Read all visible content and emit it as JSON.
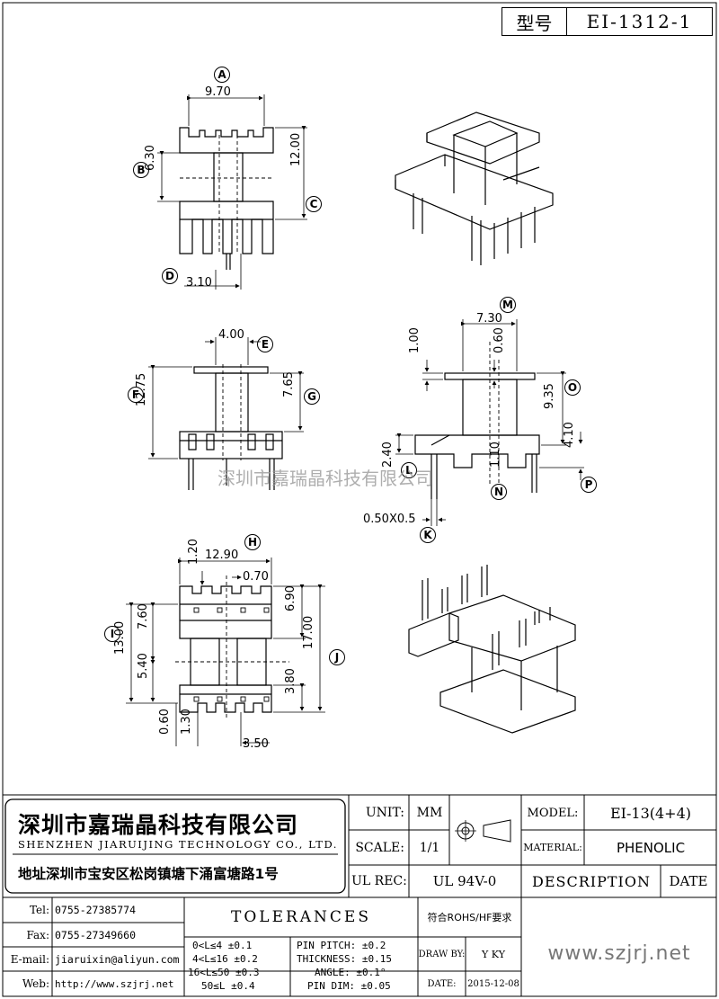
{
  "header": {
    "type_label": "型号",
    "type_value": "EI-1312-1"
  },
  "watermark": "深圳市嘉瑞晶科技有限公司",
  "dims": {
    "A": "A",
    "A_val": "9.70",
    "B": "B",
    "B_val": "6.30",
    "C": "C",
    "C_val": "12.00",
    "D": "D",
    "D_val": "3.10",
    "E": "E",
    "E_val": "4.00",
    "F": "F",
    "F_val": "12.75",
    "G": "G",
    "G_val": "7.65",
    "H": "H",
    "H_val": "12.90",
    "H_sub1": "1.20",
    "H_sub2": "0.70",
    "I": "I",
    "I_val": "13.00",
    "I_sub1": "7.60",
    "I_sub2": "5.40",
    "J": "J",
    "J_val": "17.00",
    "J_sub1": "6.90",
    "J_sub2": "3.80",
    "bot1": "0.60",
    "bot2": "1.30",
    "bot3": "3.50",
    "M": "M",
    "M_val": "7.30",
    "m1": "1.00",
    "m2": "0.60",
    "O": "O",
    "O_val": "9.35",
    "P": "P",
    "P_val": "4.10",
    "L": "L",
    "L_val": "2.40",
    "N": "N",
    "N_val": "1.10",
    "K": "K",
    "K_val": "0.50X0.5"
  },
  "company": {
    "name_cn": "深圳市嘉瑞晶科技有限公司",
    "name_en": "SHENZHEN JIARUIJING TECHNOLOGY CO., LTD.",
    "address": "地址深圳市宝安区松岗镇塘下涌富塘路1号"
  },
  "title_block": {
    "unit_label": "UNIT:",
    "unit_value": "MM",
    "scale_label": "SCALE:",
    "scale_value": "1/1",
    "model_label": "MODEL:",
    "model_value": "EI-13(4+4)",
    "material_label": "MATERIAL:",
    "material_value": "PHENOLIC",
    "ulrec_label": "UL REC:",
    "ulrec_value": "UL 94V-0",
    "description_label": "DESCRIPTION",
    "date_label": "DATE",
    "tel_label": "Tel:",
    "tel_value": "0755-27385774",
    "fax_label": "Fax:",
    "fax_value": "0755-27349660",
    "email_label": "E-mail:",
    "email_value": "jiaruixin@aliyun.com",
    "web_label": "Web:",
    "web_value": "http://www.szjrj.net",
    "tolerances_label": "TOLERANCES",
    "rohs": "符合ROHS/HF要求",
    "tol1": "0<L≤4 ±0.1",
    "tol2": "4<L≤16 ±0.2",
    "tol3": "16<L≤50 ±0.3",
    "tol4": "50≤L ±0.4",
    "pin1": "PIN PITCH: ±0.2",
    "pin2": "THICKNESS: ±0.15",
    "pin3": "ANGLE: ±0.1°",
    "pin4": "PIN DIM: ±0.05",
    "drawby_label": "DRAW BY:",
    "drawby_value": "Y KY",
    "date_field_label": "DATE:",
    "date_value": "2015-12-08",
    "site": "www.szjrj.net"
  },
  "colors": {
    "line": "#000000",
    "watermark": "#9a9a9a"
  }
}
